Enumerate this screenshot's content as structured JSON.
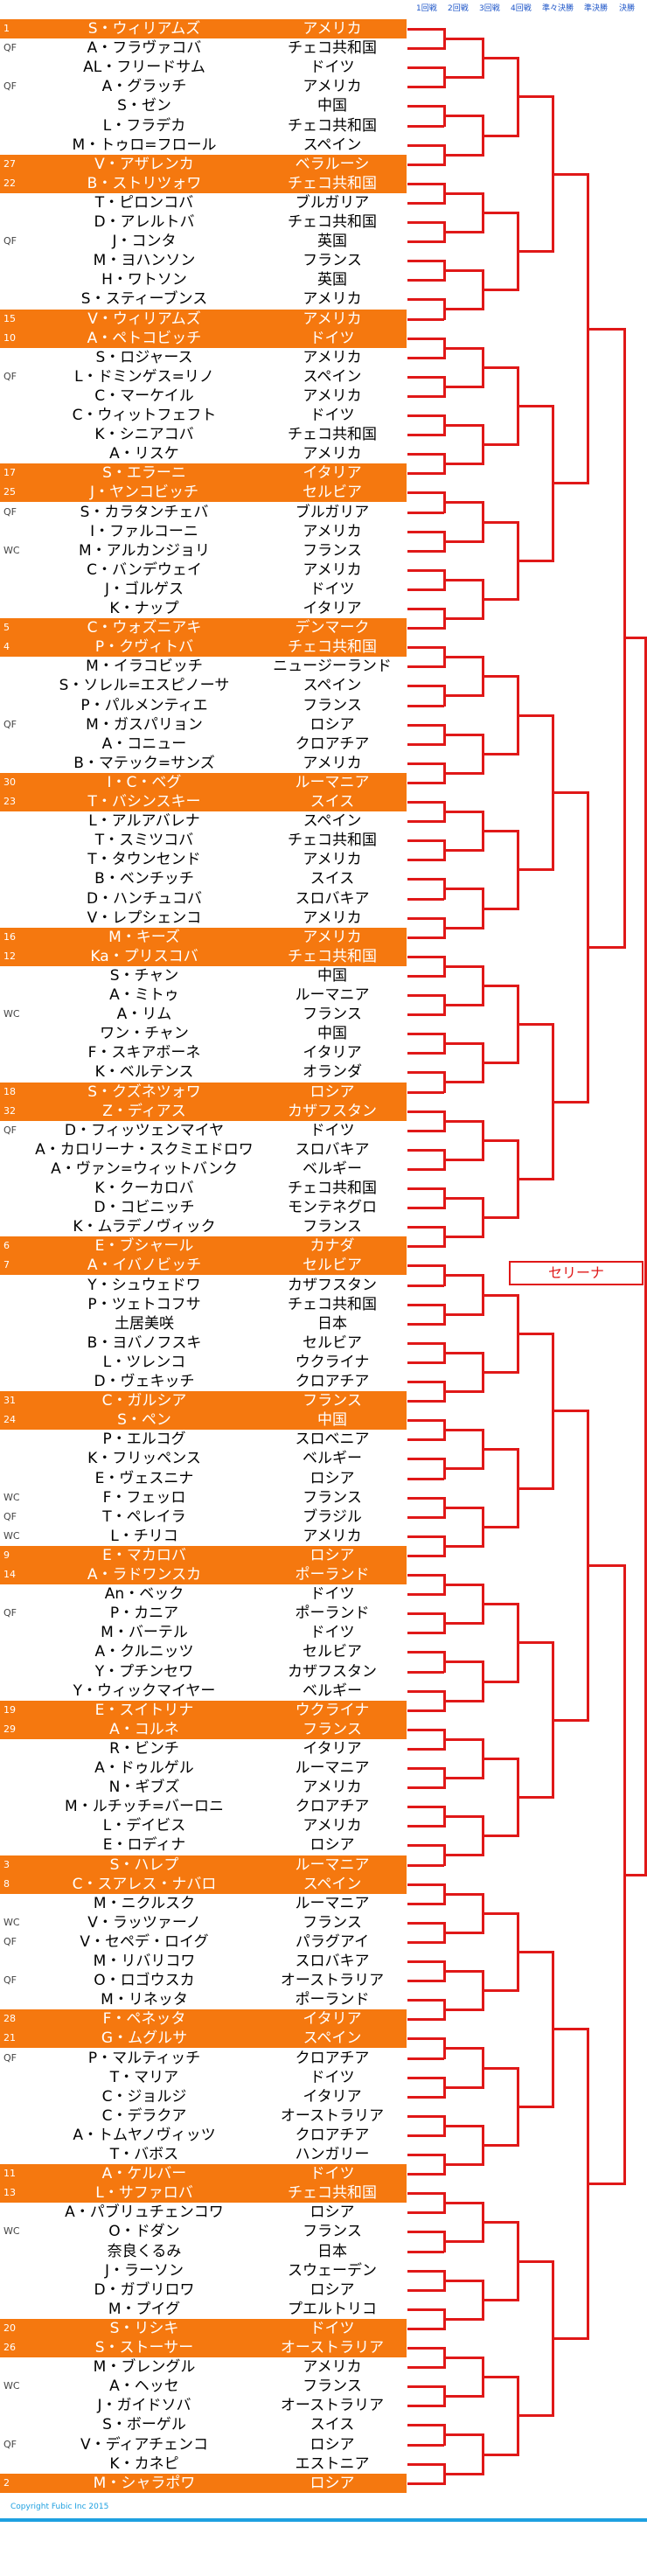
{
  "header": {
    "rounds": [
      "1回戦",
      "2回戦",
      "3回戦",
      "4回戦",
      "準々決勝",
      "準決勝",
      "決勝"
    ]
  },
  "players": [
    {
      "seed": "1",
      "name": "S・ウィリアムズ",
      "country": "アメリカ",
      "seeded": true
    },
    {
      "seed": "QF",
      "name": "A・フラヴァコバ",
      "country": "チェコ共和国",
      "seeded": false
    },
    {
      "seed": "",
      "name": "AL・フリードサム",
      "country": "ドイツ",
      "seeded": false
    },
    {
      "seed": "QF",
      "name": "A・グラッチ",
      "country": "アメリカ",
      "seeded": false
    },
    {
      "seed": "",
      "name": "S・ゼン",
      "country": "中国",
      "seeded": false
    },
    {
      "seed": "",
      "name": "L・フラデカ",
      "country": "チェコ共和国",
      "seeded": false
    },
    {
      "seed": "",
      "name": "M・トゥロ=フロール",
      "country": "スペイン",
      "seeded": false
    },
    {
      "seed": "27",
      "name": "V・アザレンカ",
      "country": "ベラルーシ",
      "seeded": true
    },
    {
      "seed": "22",
      "name": "B・ストリツォワ",
      "country": "チェコ共和国",
      "seeded": true
    },
    {
      "seed": "",
      "name": "T・ピロンコバ",
      "country": "ブルガリア",
      "seeded": false
    },
    {
      "seed": "",
      "name": "D・アレルトバ",
      "country": "チェコ共和国",
      "seeded": false
    },
    {
      "seed": "QF",
      "name": "J・コンタ",
      "country": "英国",
      "seeded": false
    },
    {
      "seed": "",
      "name": "M・ヨハンソン",
      "country": "フランス",
      "seeded": false
    },
    {
      "seed": "",
      "name": "H・ワトソン",
      "country": "英国",
      "seeded": false
    },
    {
      "seed": "",
      "name": "S・スティーブンス",
      "country": "アメリカ",
      "seeded": false
    },
    {
      "seed": "15",
      "name": "V・ウィリアムズ",
      "country": "アメリカ",
      "seeded": true
    },
    {
      "seed": "10",
      "name": "A・ペトコビッチ",
      "country": "ドイツ",
      "seeded": true
    },
    {
      "seed": "",
      "name": "S・ロジャース",
      "country": "アメリカ",
      "seeded": false
    },
    {
      "seed": "QF",
      "name": "L・ドミンゲス=リノ",
      "country": "スペイン",
      "seeded": false
    },
    {
      "seed": "",
      "name": "C・マーケイル",
      "country": "アメリカ",
      "seeded": false
    },
    {
      "seed": "",
      "name": "C・ウィットフェフト",
      "country": "ドイツ",
      "seeded": false
    },
    {
      "seed": "",
      "name": "K・シニアコバ",
      "country": "チェコ共和国",
      "seeded": false
    },
    {
      "seed": "",
      "name": "A・リスケ",
      "country": "アメリカ",
      "seeded": false
    },
    {
      "seed": "17",
      "name": "S・エラーニ",
      "country": "イタリア",
      "seeded": true
    },
    {
      "seed": "25",
      "name": "J・ヤンコビッチ",
      "country": "セルビア",
      "seeded": true
    },
    {
      "seed": "QF",
      "name": "S・カラタンチェバ",
      "country": "ブルガリア",
      "seeded": false
    },
    {
      "seed": "",
      "name": "I・ファルコーニ",
      "country": "アメリカ",
      "seeded": false
    },
    {
      "seed": "WC",
      "name": "M・アルカンジョリ",
      "country": "フランス",
      "seeded": false
    },
    {
      "seed": "",
      "name": "C・バンデウェイ",
      "country": "アメリカ",
      "seeded": false
    },
    {
      "seed": "",
      "name": "J・ゴルゲス",
      "country": "ドイツ",
      "seeded": false
    },
    {
      "seed": "",
      "name": "K・ナップ",
      "country": "イタリア",
      "seeded": false
    },
    {
      "seed": "5",
      "name": "C・ウォズニアキ",
      "country": "デンマーク",
      "seeded": true
    },
    {
      "seed": "4",
      "name": "P・クヴィトバ",
      "country": "チェコ共和国",
      "seeded": true
    },
    {
      "seed": "",
      "name": "M・イラコビッチ",
      "country": "ニュージーランド",
      "seeded": false
    },
    {
      "seed": "",
      "name": "S・ソレル=エスピノーサ",
      "country": "スペイン",
      "seeded": false
    },
    {
      "seed": "",
      "name": "P・パルメンティエ",
      "country": "フランス",
      "seeded": false
    },
    {
      "seed": "QF",
      "name": "M・ガスパリョン",
      "country": "ロシア",
      "seeded": false
    },
    {
      "seed": "",
      "name": "A・コニュー",
      "country": "クロアチア",
      "seeded": false
    },
    {
      "seed": "",
      "name": "B・マテック=サンズ",
      "country": "アメリカ",
      "seeded": false
    },
    {
      "seed": "30",
      "name": "I・C・ベグ",
      "country": "ルーマニア",
      "seeded": true
    },
    {
      "seed": "23",
      "name": "T・バシンスキー",
      "country": "スイス",
      "seeded": true
    },
    {
      "seed": "",
      "name": "L・アルアバレナ",
      "country": "スペイン",
      "seeded": false
    },
    {
      "seed": "",
      "name": "T・スミツコバ",
      "country": "チェコ共和国",
      "seeded": false
    },
    {
      "seed": "",
      "name": "T・タウンセンド",
      "country": "アメリカ",
      "seeded": false
    },
    {
      "seed": "",
      "name": "B・ベンチッチ",
      "country": "スイス",
      "seeded": false
    },
    {
      "seed": "",
      "name": "D・ハンチュコバ",
      "country": "スロバキア",
      "seeded": false
    },
    {
      "seed": "",
      "name": "V・レプシェンコ",
      "country": "アメリカ",
      "seeded": false
    },
    {
      "seed": "16",
      "name": "M・キーズ",
      "country": "アメリカ",
      "seeded": true
    },
    {
      "seed": "12",
      "name": "Ka・プリスコバ",
      "country": "チェコ共和国",
      "seeded": true
    },
    {
      "seed": "",
      "name": "S・チャン",
      "country": "中国",
      "seeded": false
    },
    {
      "seed": "",
      "name": "A・ミトゥ",
      "country": "ルーマニア",
      "seeded": false
    },
    {
      "seed": "WC",
      "name": "A・リム",
      "country": "フランス",
      "seeded": false
    },
    {
      "seed": "",
      "name": "ワン・チャン",
      "country": "中国",
      "seeded": false
    },
    {
      "seed": "",
      "name": "F・スキアボーネ",
      "country": "イタリア",
      "seeded": false
    },
    {
      "seed": "",
      "name": "K・ベルテンス",
      "country": "オランダ",
      "seeded": false
    },
    {
      "seed": "18",
      "name": "S・クズネツォワ",
      "country": "ロシア",
      "seeded": true
    },
    {
      "seed": "32",
      "name": "Z・ディアス",
      "country": "カザフスタン",
      "seeded": true
    },
    {
      "seed": "QF",
      "name": "D・フィッツェンマイヤ",
      "country": "ドイツ",
      "seeded": false
    },
    {
      "seed": "",
      "name": "A・カロリーナ・スクミエドロワ",
      "country": "スロバキア",
      "seeded": false
    },
    {
      "seed": "",
      "name": "A・ヴァン=ウィットバンク",
      "country": "ベルギー",
      "seeded": false
    },
    {
      "seed": "",
      "name": "K・クーカロバ",
      "country": "チェコ共和国",
      "seeded": false
    },
    {
      "seed": "",
      "name": "D・コビニッチ",
      "country": "モンテネグロ",
      "seeded": false
    },
    {
      "seed": "",
      "name": "K・ムラデノヴィック",
      "country": "フランス",
      "seeded": false
    },
    {
      "seed": "6",
      "name": "E・ブシャール",
      "country": "カナダ",
      "seeded": true
    },
    {
      "seed": "7",
      "name": "A・イバノビッチ",
      "country": "セルビア",
      "seeded": true
    },
    {
      "seed": "",
      "name": "Y・シュウェドワ",
      "country": "カザフスタン",
      "seeded": false
    },
    {
      "seed": "",
      "name": "P・ツェトコフサ",
      "country": "チェコ共和国",
      "seeded": false
    },
    {
      "seed": "",
      "name": "土居美咲",
      "country": "日本",
      "seeded": false
    },
    {
      "seed": "",
      "name": "B・ヨバノフスキ",
      "country": "セルビア",
      "seeded": false
    },
    {
      "seed": "",
      "name": "L・ツレンコ",
      "country": "ウクライナ",
      "seeded": false
    },
    {
      "seed": "",
      "name": "D・ヴェキッチ",
      "country": "クロアチア",
      "seeded": false
    },
    {
      "seed": "31",
      "name": "C・ガルシア",
      "country": "フランス",
      "seeded": true
    },
    {
      "seed": "24",
      "name": "S・ペン",
      "country": "中国",
      "seeded": true
    },
    {
      "seed": "",
      "name": "P・エルコグ",
      "country": "スロベニア",
      "seeded": false
    },
    {
      "seed": "",
      "name": "K・フリッペンス",
      "country": "ベルギー",
      "seeded": false
    },
    {
      "seed": "",
      "name": "E・ヴェスニナ",
      "country": "ロシア",
      "seeded": false
    },
    {
      "seed": "WC",
      "name": "F・フェッロ",
      "country": "フランス",
      "seeded": false
    },
    {
      "seed": "QF",
      "name": "T・ペレイラ",
      "country": "ブラジル",
      "seeded": false
    },
    {
      "seed": "WC",
      "name": "L・チリコ",
      "country": "アメリカ",
      "seeded": false
    },
    {
      "seed": "9",
      "name": "E・マカロバ",
      "country": "ロシア",
      "seeded": true
    },
    {
      "seed": "14",
      "name": "A・ラドワンスカ",
      "country": "ポーランド",
      "seeded": true
    },
    {
      "seed": "",
      "name": "An・ベック",
      "country": "ドイツ",
      "seeded": false
    },
    {
      "seed": "QF",
      "name": "P・カニア",
      "country": "ポーランド",
      "seeded": false
    },
    {
      "seed": "",
      "name": "M・バーテル",
      "country": "ドイツ",
      "seeded": false
    },
    {
      "seed": "",
      "name": "A・クルニッツ",
      "country": "セルビア",
      "seeded": false
    },
    {
      "seed": "",
      "name": "Y・プチンセワ",
      "country": "カザフスタン",
      "seeded": false
    },
    {
      "seed": "",
      "name": "Y・ウィックマイヤー",
      "country": "ベルギー",
      "seeded": false
    },
    {
      "seed": "19",
      "name": "E・スイトリナ",
      "country": "ウクライナ",
      "seeded": true
    },
    {
      "seed": "29",
      "name": "A・コルネ",
      "country": "フランス",
      "seeded": true
    },
    {
      "seed": "",
      "name": "R・ビンチ",
      "country": "イタリア",
      "seeded": false
    },
    {
      "seed": "",
      "name": "A・ドゥルゲル",
      "country": "ルーマニア",
      "seeded": false
    },
    {
      "seed": "",
      "name": "N・ギブズ",
      "country": "アメリカ",
      "seeded": false
    },
    {
      "seed": "",
      "name": "M・ルチッチ=バーロニ",
      "country": "クロアチア",
      "seeded": false
    },
    {
      "seed": "",
      "name": "L・デイビス",
      "country": "アメリカ",
      "seeded": false
    },
    {
      "seed": "",
      "name": "E・ロディナ",
      "country": "ロシア",
      "seeded": false
    },
    {
      "seed": "3",
      "name": "S・ハレプ",
      "country": "ルーマニア",
      "seeded": true
    },
    {
      "seed": "8",
      "name": "C・スアレス・ナバロ",
      "country": "スペイン",
      "seeded": true
    },
    {
      "seed": "",
      "name": "M・ニクルスク",
      "country": "ルーマニア",
      "seeded": false
    },
    {
      "seed": "WC",
      "name": "V・ラッツァーノ",
      "country": "フランス",
      "seeded": false
    },
    {
      "seed": "QF",
      "name": "V・セペデ・ロイグ",
      "country": "パラグアイ",
      "seeded": false
    },
    {
      "seed": "",
      "name": "M・リバリコワ",
      "country": "スロバキア",
      "seeded": false
    },
    {
      "seed": "QF",
      "name": "O・ロゴウスカ",
      "country": "オーストラリア",
      "seeded": false
    },
    {
      "seed": "",
      "name": "M・リネッタ",
      "country": "ポーランド",
      "seeded": false
    },
    {
      "seed": "28",
      "name": "F・ペネッタ",
      "country": "イタリア",
      "seeded": true
    },
    {
      "seed": "21",
      "name": "G・ムグルサ",
      "country": "スペイン",
      "seeded": true
    },
    {
      "seed": "QF",
      "name": "P・マルティッチ",
      "country": "クロアチア",
      "seeded": false
    },
    {
      "seed": "",
      "name": "T・マリア",
      "country": "ドイツ",
      "seeded": false
    },
    {
      "seed": "",
      "name": "C・ジョルジ",
      "country": "イタリア",
      "seeded": false
    },
    {
      "seed": "",
      "name": "C・デラクア",
      "country": "オーストラリア",
      "seeded": false
    },
    {
      "seed": "",
      "name": "A・トムヤノヴィッツ",
      "country": "クロアチア",
      "seeded": false
    },
    {
      "seed": "",
      "name": "T・バボス",
      "country": "ハンガリー",
      "seeded": false
    },
    {
      "seed": "11",
      "name": "A・ケルバー",
      "country": "ドイツ",
      "seeded": true
    },
    {
      "seed": "13",
      "name": "L・サファロバ",
      "country": "チェコ共和国",
      "seeded": true
    },
    {
      "seed": "",
      "name": "A・パブリュチェンコワ",
      "country": "ロシア",
      "seeded": false
    },
    {
      "seed": "WC",
      "name": "O・ドダン",
      "country": "フランス",
      "seeded": false
    },
    {
      "seed": "",
      "name": "奈良くるみ",
      "country": "日本",
      "seeded": false
    },
    {
      "seed": "",
      "name": "J・ラーソン",
      "country": "スウェーデン",
      "seeded": false
    },
    {
      "seed": "",
      "name": "D・ガブリロワ",
      "country": "ロシア",
      "seeded": false
    },
    {
      "seed": "",
      "name": "M・プイグ",
      "country": "プエルトリコ",
      "seeded": false
    },
    {
      "seed": "20",
      "name": "S・リシキ",
      "country": "ドイツ",
      "seeded": true
    },
    {
      "seed": "26",
      "name": "S・ストーサー",
      "country": "オーストラリア",
      "seeded": true
    },
    {
      "seed": "",
      "name": "M・ブレングル",
      "country": "アメリカ",
      "seeded": false
    },
    {
      "seed": "WC",
      "name": "A・ヘッセ",
      "country": "フランス",
      "seeded": false
    },
    {
      "seed": "",
      "name": "J・ガイドソバ",
      "country": "オーストラリア",
      "seeded": false
    },
    {
      "seed": "",
      "name": "S・ボーゲル",
      "country": "スイス",
      "seeded": false
    },
    {
      "seed": "QF",
      "name": "V・ディアチェンコ",
      "country": "ロシア",
      "seeded": false
    },
    {
      "seed": "",
      "name": "K・カネピ",
      "country": "エストニア",
      "seeded": false
    },
    {
      "seed": "2",
      "name": "M・シャラポワ",
      "country": "ロシア",
      "seeded": true
    }
  ],
  "champion_label": "セリーナ",
  "footer": {
    "copyright": "Copyright Fubic Inc 2015"
  },
  "colors": {
    "seed_bg": "#f5780f",
    "line": "#e01818",
    "header_text": "#1e56c8",
    "footer": "#1ea0e0"
  }
}
